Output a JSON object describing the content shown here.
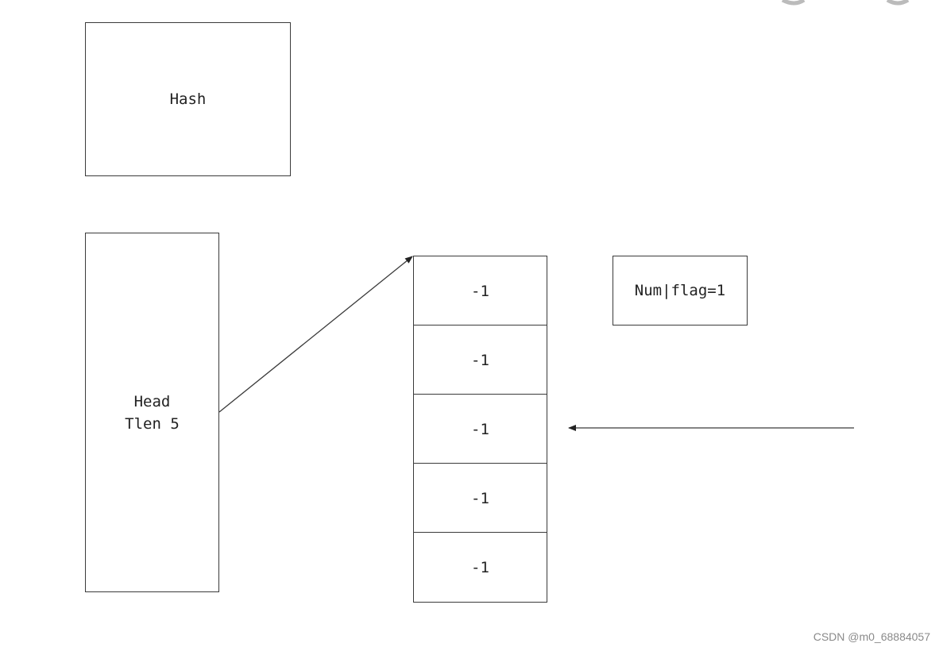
{
  "hash": {
    "label": "Hash"
  },
  "head": {
    "line1": "Head",
    "line2": "Tlen 5"
  },
  "array": {
    "cells": [
      "-1",
      "-1",
      "-1",
      "-1",
      "-1"
    ]
  },
  "num_box": {
    "label": "Num|flag=1"
  },
  "watermark": "CSDN @m0_68884057",
  "colors": {
    "stroke": "#3a3a3a",
    "text": "#222222",
    "watermark": "#8a8a8a"
  }
}
